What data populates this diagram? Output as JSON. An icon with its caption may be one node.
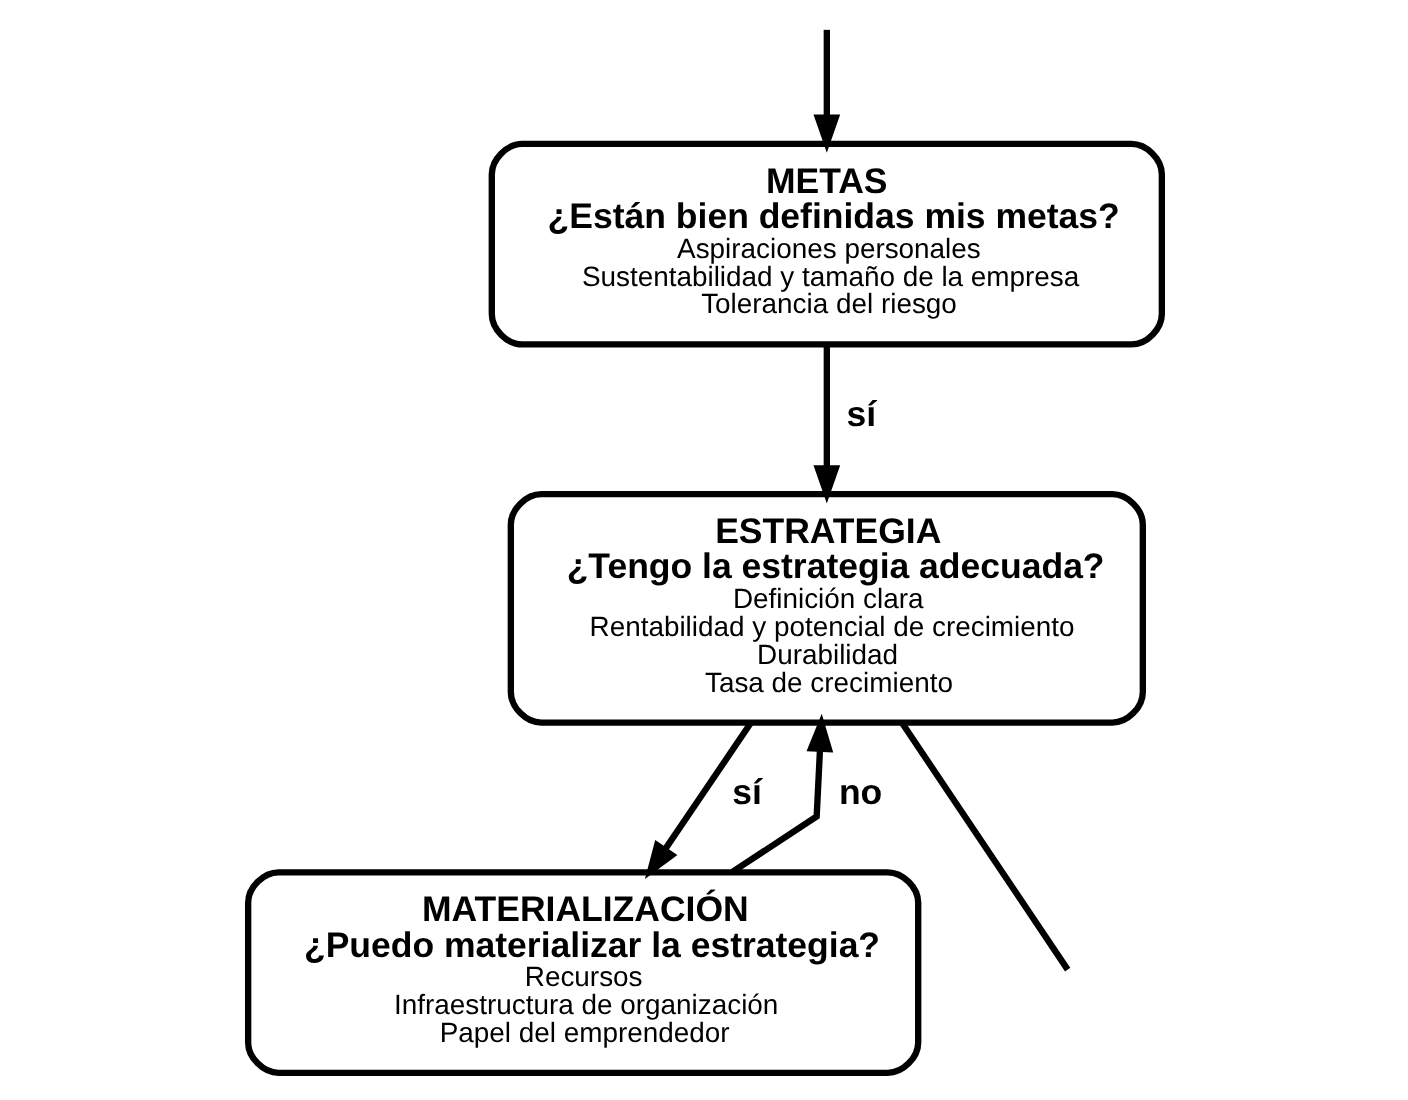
{
  "diagram": {
    "nodes": [
      {
        "text": [
          "METAS",
          "¿Están bien definidas mis metas?",
          "Aspiraciones personales",
          "Sustentabilidad y tamaño de la empresa",
          "Tolerancia del riesgo"
        ]
      },
      {
        "text": [
          "ESTRATEGIA",
          "¿Tengo la estrategia adecuada?",
          "Definición clara",
          "Rentabilidad y potencial de crecimiento",
          "Durabilidad",
          "Tasa de crecimiento"
        ]
      },
      {
        "text": [
          "MATERIALIZACIÓN",
          "¿Puedo materializar la estrategia?",
          "Recursos",
          "Infraestructura de organización",
          "Papel del emprendedor"
        ]
      }
    ],
    "edges": [
      {
        "from": 0,
        "to": 1,
        "arrow": "to",
        "label": "sí"
      },
      {
        "from": 1,
        "to": 2,
        "arrow": "to",
        "label": "sí"
      },
      {
        "from": 2,
        "to": 1,
        "arrow": "to",
        "label": "no"
      },
      {
        "from": null,
        "to": 0,
        "arrow": "to"
      },
      {
        "from": 1,
        "to": null,
        "arrow": "none"
      }
    ]
  }
}
